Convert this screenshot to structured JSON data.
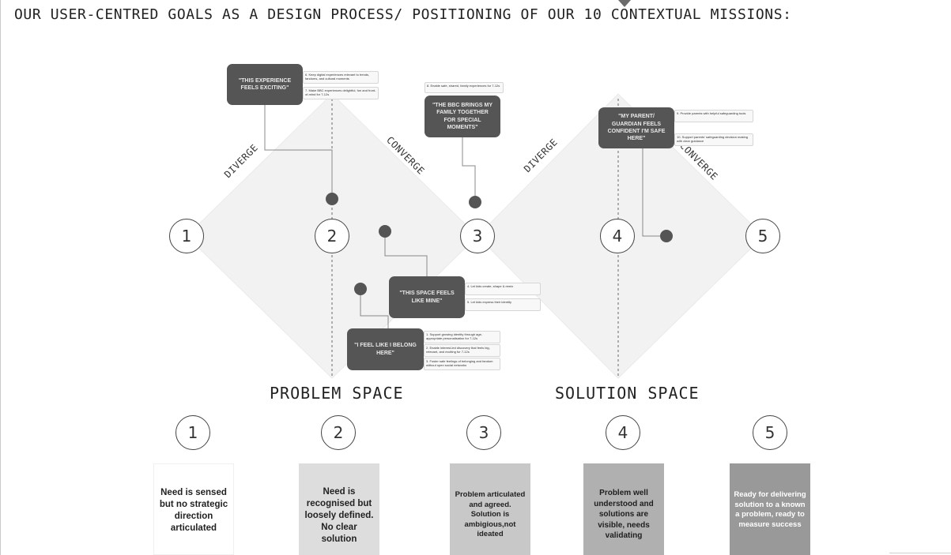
{
  "title": "OUR USER-CENTRED GOALS AS A DESIGN PROCESS/ POSITIONING OF OUR 10 CONTEXTUAL MISSIONS:",
  "colors": {
    "diamond_fill": "#f2f2f2",
    "mission_box": "#555555",
    "connector": "#555555"
  },
  "diamond_numbers": [
    "1",
    "2",
    "3",
    "4",
    "5"
  ],
  "phase_labels": {
    "diverge_1": "DIVERGE",
    "converge_1": "CONVERGE",
    "diverge_2": "DIVERGE",
    "converge_2": "CONVERGE"
  },
  "spaces": {
    "problem": "PROBLEM SPACE",
    "solution": "SOLUTION SPACE"
  },
  "missions": [
    {
      "text": "\"THIS EXPERIENCE FEELS EXCITING\"",
      "goals": [
        "6. Keep digital experiences relevant to trends, fandoms, and cultural moments",
        "7. Make BBC experiences delightful, fun and front-of-mind for 7-12s"
      ]
    },
    {
      "text": "\"THE BBC BRINGS MY FAMILY TOGETHER FOR SPECIAL MOMENTS\"",
      "goals": [
        "8. Enable safe, shared, family experiences for 7-12s"
      ]
    },
    {
      "text": "\"MY PARENT/ GUARDIAN FEELS CONFIDENT I'M SAFE HERE\"",
      "goals": [
        "9. Provide parents with helpful safeguarding tools",
        "10. Support parents' safeguarding decision making with clear guidance"
      ]
    },
    {
      "text": "\"THIS SPACE FEELS LIKE MINE\"",
      "goals": [
        "4. Let kids create, shape & remix",
        "5. Let kids express their identity"
      ]
    },
    {
      "text": "\"I FEEL LIKE I BELONG HERE\"",
      "goals": [
        "1. Support growing identity through age-appropriate personalisation for 7-12s",
        "2. Enable interest-led discovery that feels big, relevant, and exciting for 7-12s",
        "3. Foster safe feelings of belonging and fandom without open social networks"
      ]
    }
  ],
  "stages": [
    {
      "number": "1",
      "text": "Need is sensed but no strategic direction articulated",
      "bg": "#ffffff",
      "fg": "#222222"
    },
    {
      "number": "2",
      "text": "Need is recognised but loosely defined. No clear solution",
      "bg": "#dddddd",
      "fg": "#222222"
    },
    {
      "number": "3",
      "text": "Problem articulated and agreed. Solution is ambigious,not ideated",
      "bg": "#c8c8c8",
      "fg": "#222222"
    },
    {
      "number": "4",
      "text": "Problem well understood and solutions are visible, needs validating",
      "bg": "#b0b0b0",
      "fg": "#1e1e1e"
    },
    {
      "number": "5",
      "text": "Ready for delivering solution to a known a problem, ready to measure success",
      "bg": "#999999",
      "fg": "#ffffff"
    }
  ]
}
